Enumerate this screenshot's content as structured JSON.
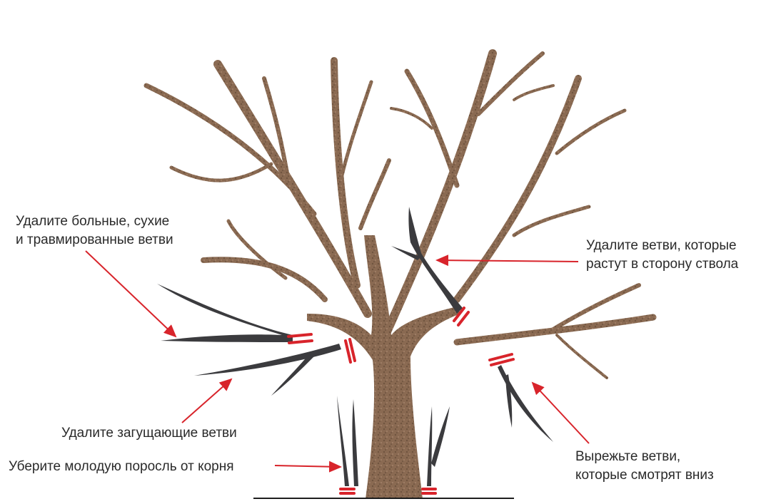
{
  "labels": {
    "diseased": {
      "line1": "Удалите больные, сухие",
      "line2": "и травмированные ветви"
    },
    "inward": {
      "line1": "Удалите ветви, которые",
      "line2": "растут в сторону ствола"
    },
    "thickening": "Удалите загущающие ветви",
    "suckers": "Уберите молодую поросль от корня",
    "downward": {
      "line1": "Вырежьте ветви,",
      "line2": "которые смотрят вниз"
    }
  },
  "colors": {
    "bark": "#8a6a52",
    "bark_dark": "#6f543f",
    "removed_branch": "#3b3b3e",
    "cut_mark": "#d8242b",
    "arrow": "#d8242b",
    "text": "#2a2a2a",
    "ground": "#1e1e1e"
  }
}
